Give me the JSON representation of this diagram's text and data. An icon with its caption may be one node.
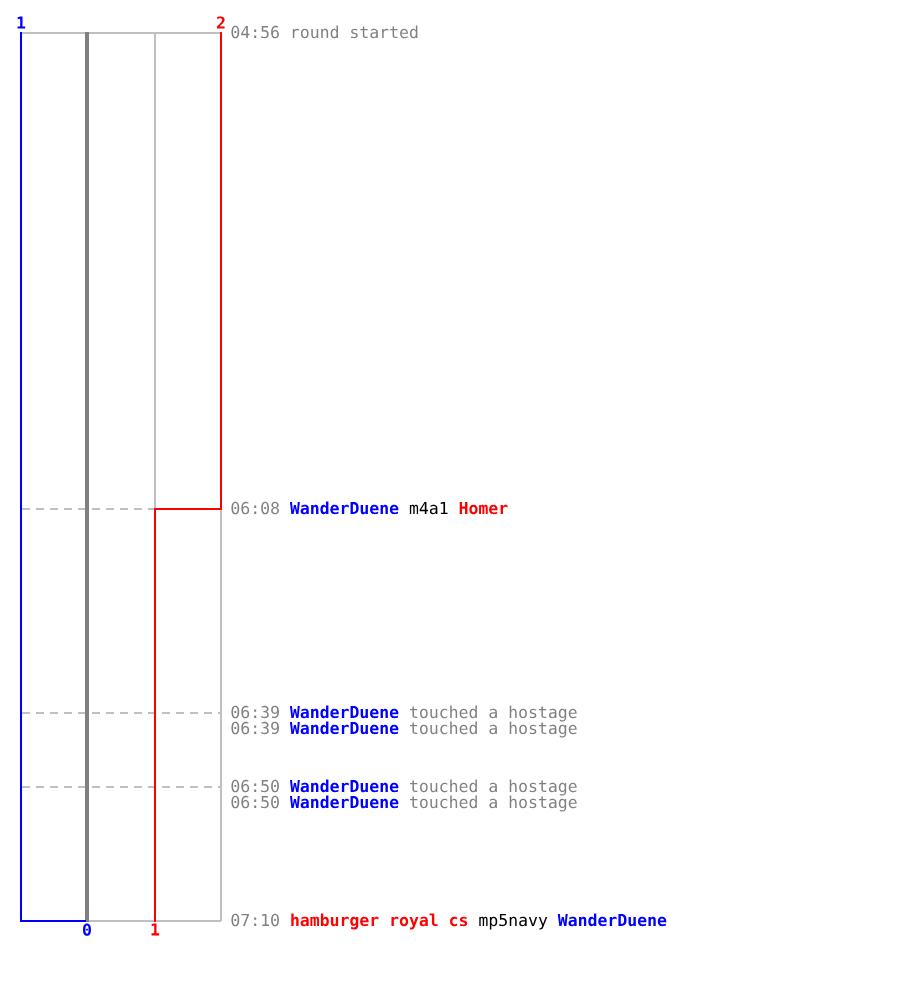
{
  "diagram": {
    "labels": [
      "1",
      "2",
      "04:56",
      "round started",
      "06:08",
      "WanderDuene",
      "m4a1",
      "Homer",
      "06:39",
      "WanderDuene",
      "touched a hostage",
      "06:39",
      "WanderDuene",
      "touched a hostage",
      "06:50",
      "WanderDuene",
      "touched a hostage",
      "06:50",
      "WanderDuene",
      "touched a hostage",
      "0",
      "1",
      "07:10",
      "hamburger royal cs",
      "mp5navy",
      "WanderDuene"
    ]
  }
}
